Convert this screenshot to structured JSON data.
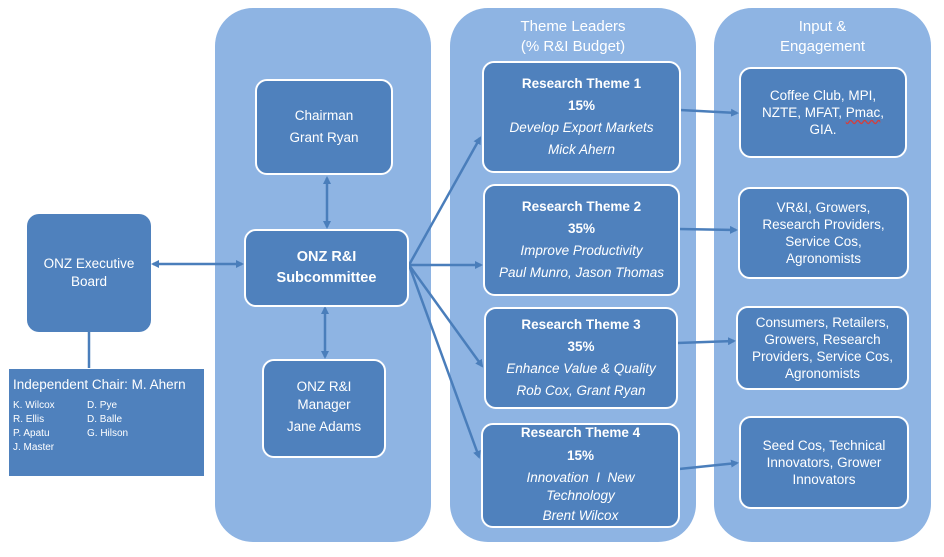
{
  "columns": {
    "governance": {
      "title": ""
    },
    "theme_leaders": {
      "title_line1": "Theme Leaders",
      "title_line2": "(% R&I Budget)"
    },
    "input_engagement": {
      "title_line1": "Input &",
      "title_line2": "Engagement"
    }
  },
  "executive_board": {
    "line1": "ONZ Executive",
    "line2": "Board"
  },
  "independent_chair": {
    "title": "Independent Chair: M. Ahern",
    "members": [
      "K. Wilcox",
      "D. Pye",
      "R. Ellis",
      "D. Balle",
      "P. Apatu",
      "G. Hilson",
      "J. Master",
      ""
    ]
  },
  "chairman": {
    "role": "Chairman",
    "name": "Grant Ryan"
  },
  "subcommittee": {
    "line1": "ONZ R&I",
    "line2": "Subcommittee"
  },
  "manager": {
    "line1": "ONZ R&I",
    "line2": "Manager",
    "name": "Jane Adams"
  },
  "themes": [
    {
      "title": "Research Theme 1",
      "budget": "15%",
      "focus": "Develop Export Markets",
      "focus2": "",
      "leaders": "Mick Ahern"
    },
    {
      "title": "Research Theme 2",
      "budget": "35%",
      "focus": "Improve Productivity",
      "focus2": "",
      "leaders": "Paul Munro, Jason Thomas"
    },
    {
      "title": "Research Theme 3",
      "budget": "35%",
      "focus": "Enhance Value & Quality",
      "focus2": "",
      "leaders": "Rob Cox, Grant Ryan"
    },
    {
      "title": "Research Theme 4",
      "budget": "15%",
      "focus": "Innovation  I  New",
      "focus2": "Technology",
      "leaders": "Brent Wilcox"
    }
  ],
  "inputs": [
    {
      "lines": [
        "Coffee Club, MPI,",
        "NZTE, MFAT, ",
        "Pmac",
        ",",
        "GIA."
      ]
    },
    {
      "lines": [
        "VR&I, Growers,",
        "Research Providers,",
        "Service Cos,",
        "Agronomists"
      ]
    },
    {
      "lines": [
        "Consumers, Retailers,",
        "Growers, Research",
        "Providers, Service Cos,",
        "Agronomists"
      ]
    },
    {
      "lines": [
        "Seed Cos, Technical",
        "Innovators, Grower",
        "Innovators"
      ]
    }
  ],
  "colors": {
    "container": "#8eb4e3",
    "node": "#4f81bd",
    "arrow": "#4a7ebb",
    "text": "#ffffff"
  }
}
